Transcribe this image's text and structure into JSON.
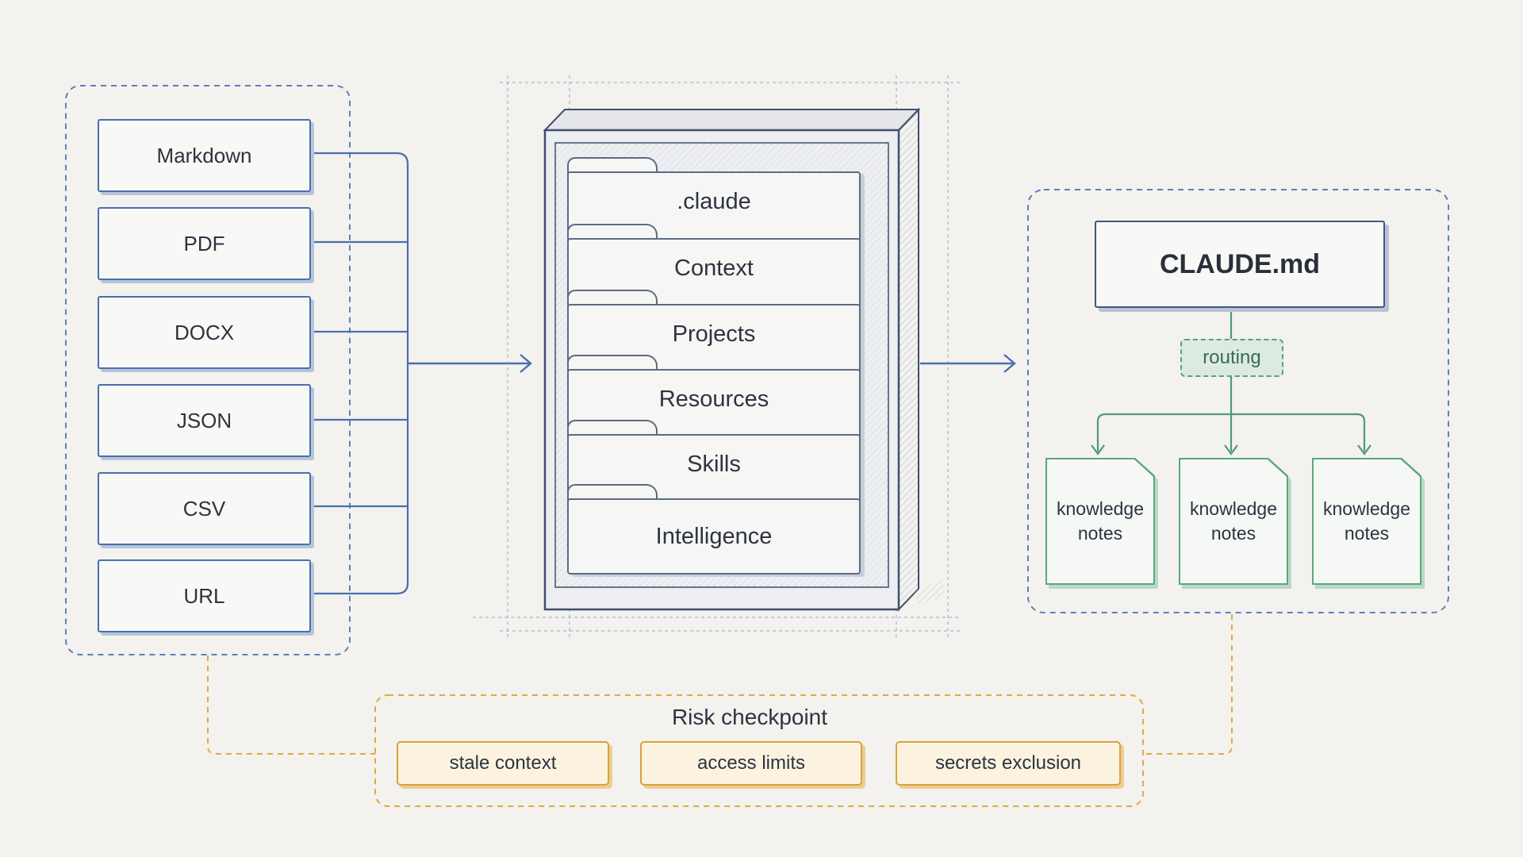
{
  "sources": [
    "Markdown",
    "PDF",
    "DOCX",
    "JSON",
    "CSV",
    "URL"
  ],
  "folders": [
    ".claude",
    "Context",
    "Projects",
    "Resources",
    "Skills",
    "Intelligence"
  ],
  "output": {
    "main_file": "CLAUDE.md",
    "routing_label": "routing",
    "notes": [
      "knowledge notes",
      "knowledge notes",
      "knowledge notes"
    ]
  },
  "risk": {
    "title": "Risk checkpoint",
    "items": [
      "stale context",
      "access limits",
      "secrets exclusion"
    ]
  },
  "colors": {
    "source_blue": "#4a6fae",
    "routing_green": "#5aa078",
    "risk_amber": "#d9a23c",
    "background": "#f3f2ee"
  }
}
